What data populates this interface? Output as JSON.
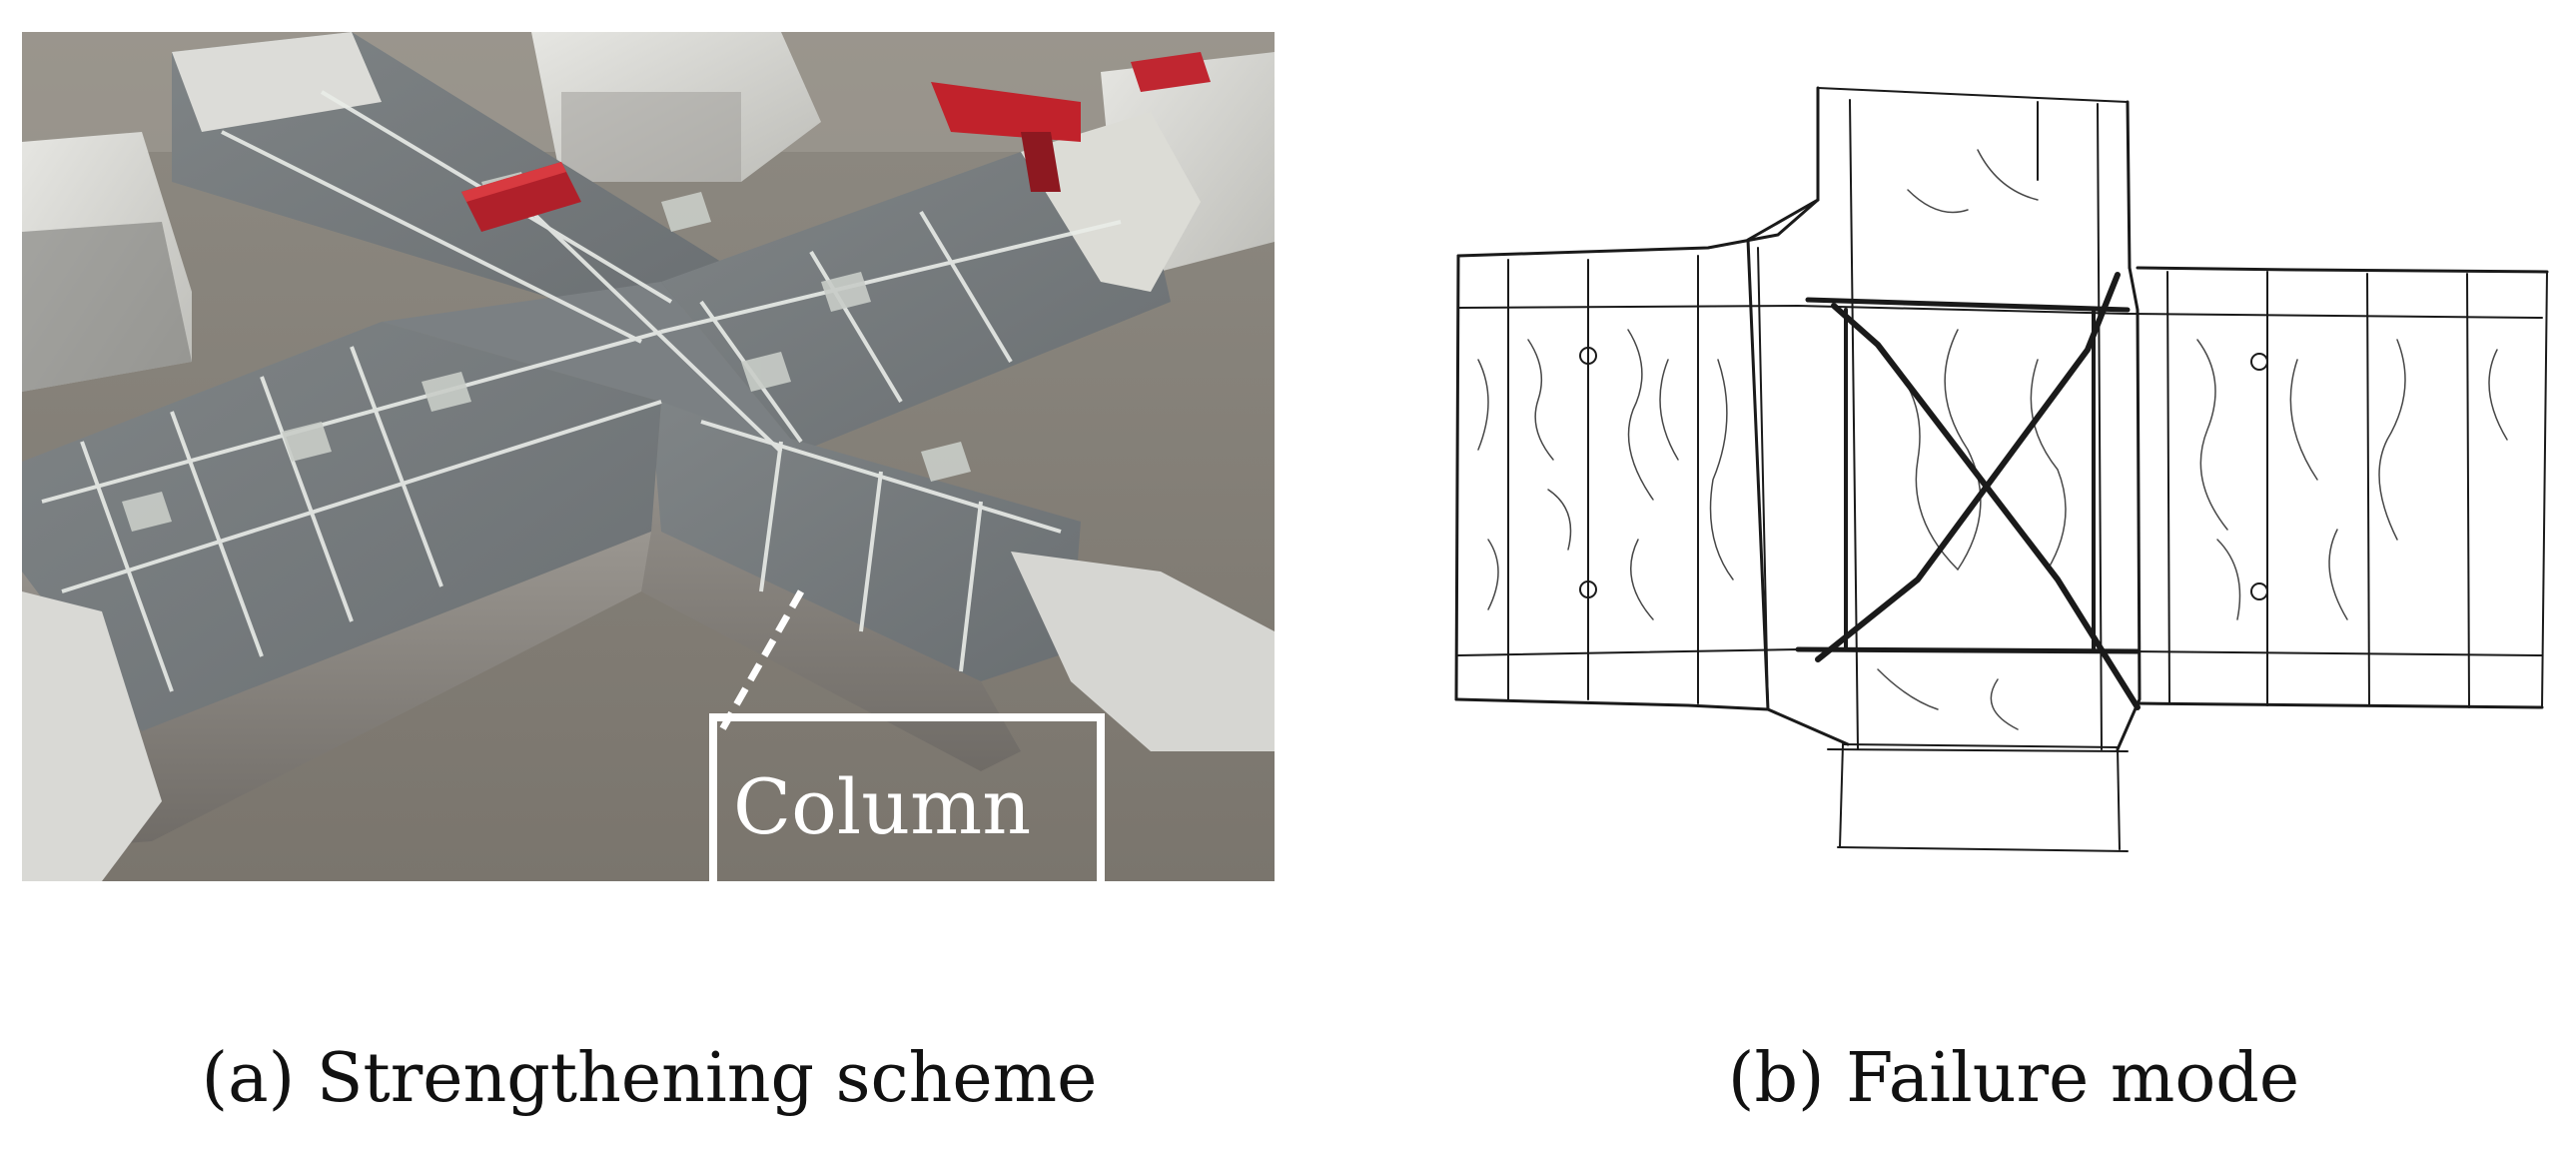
{
  "figure": {
    "panel_a": {
      "callout_label": "Column",
      "caption": "(a) Strengthening scheme"
    },
    "panel_b": {
      "caption": "(b) Failure mode"
    }
  }
}
